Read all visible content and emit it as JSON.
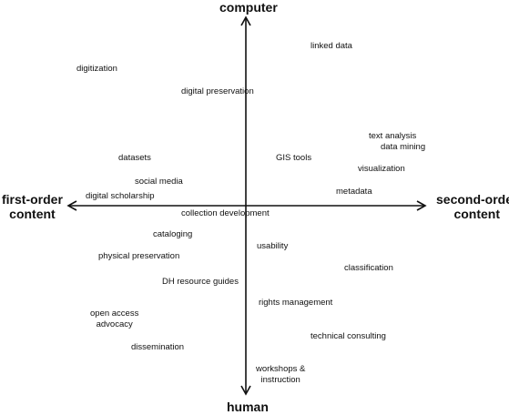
{
  "diagram": {
    "axes": {
      "top": "computer",
      "bottom": "human",
      "left": [
        "first-order",
        "content"
      ],
      "right": [
        "second-order",
        "content"
      ]
    },
    "terms": {
      "linked_data": "linked data",
      "digitization": "digitization",
      "digital_preservation": "digital preservation",
      "text_analysis": "text analysis",
      "data_mining": "data mining",
      "datasets": "datasets",
      "gis_tools": "GIS tools",
      "visualization": "visualization",
      "social_media": "social media",
      "metadata": "metadata",
      "digital_scholarship": "digital scholarship",
      "collection_development": "collection development",
      "cataloging": "cataloging",
      "usability": "usability",
      "physical_preservation": "physical preservation",
      "classification": "classification",
      "dh_resource_guides": "DH resource guides",
      "rights_management": "rights management",
      "open_access_advocacy": [
        "open access",
        "advocacy"
      ],
      "technical_consulting": "technical consulting",
      "dissemination": "dissemination",
      "workshops_instruction": [
        "workshops &",
        "instruction"
      ]
    }
  }
}
